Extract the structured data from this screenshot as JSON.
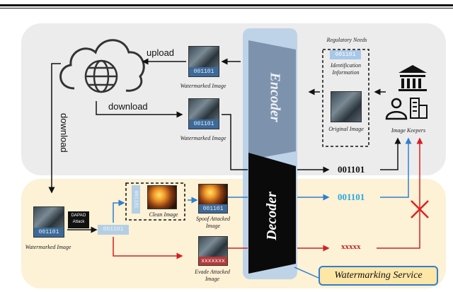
{
  "labels": {
    "upload": "upload",
    "download_h": "download",
    "download_v": "download",
    "encoder": "Encoder",
    "decoder": "Decoder",
    "regulatory_needs": "Regulatory Needs",
    "identification_info": "Identification Information",
    "original_image": "Original Image",
    "image_keepers": "Image Keepers",
    "watermarked_image_1": "Watermarked Image",
    "watermarked_image_2": "Watermarked Image",
    "watermarked_image_3": "Watermarked Image",
    "attack": "DAPAO Attack",
    "clean_image": "Clean Image",
    "spoof_attacked_image": "Spoof Attacked Image",
    "evade_attacked_image": "Evade Attacked Image",
    "watermarking_service": "Watermarking Service"
  },
  "codes": {
    "watermark": "001101",
    "id_code": "001101",
    "extracted": "001101",
    "vertical": "001101",
    "spoof": "001101",
    "evade": "xxxxxxx",
    "out_black": "001101",
    "out_blue": "001101",
    "out_red": "xxxxx"
  },
  "colors": {
    "blue": "#2f7fd0",
    "red": "#d42020",
    "out_blue_text": "#29a8e0",
    "out_red_text": "#c41a1a"
  }
}
